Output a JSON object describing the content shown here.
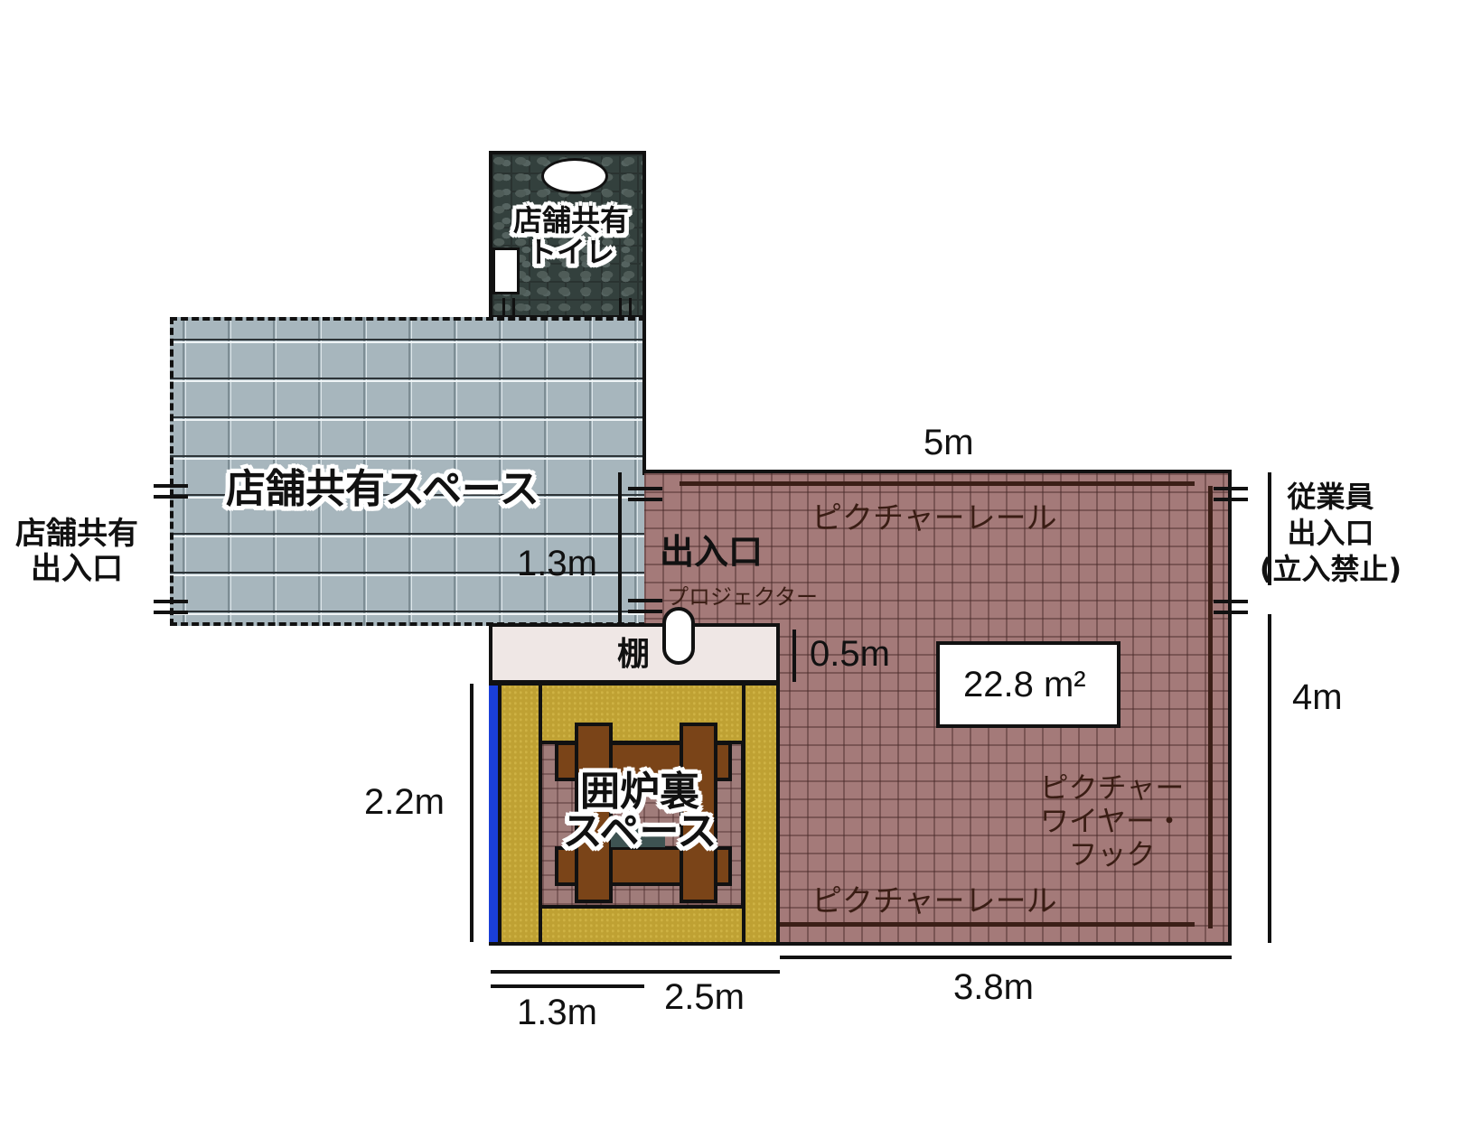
{
  "floorplan": {
    "rooms": {
      "toilet": {
        "label_line1": "店舗共有",
        "label_line2": "トイレ"
      },
      "shared_space": {
        "label": "店舗共有スペース"
      },
      "shelf": {
        "label": "棚"
      },
      "irori": {
        "label_line1": "囲炉裏",
        "label_line2": "スペース"
      },
      "gallery": {
        "area": "22.8 m²"
      }
    },
    "entrances": {
      "shared_entrance": {
        "line1": "店舗共有",
        "line2": "出入口"
      },
      "main_entrance": {
        "label": "出入口"
      },
      "staff_entrance": {
        "line1": "従業員",
        "line2": "出入口",
        "line3": "(立入禁止)"
      }
    },
    "fixtures": {
      "projector": "プロジェクター",
      "picture_rail_top": "ピクチャーレール",
      "picture_rail_bottom": "ピクチャーレール",
      "picture_wire_hook_line1": "ピクチャー",
      "picture_wire_hook_line2": "ワイヤー・",
      "picture_wire_hook_line3": "フック"
    },
    "dimensions": {
      "top_width": "5m",
      "right_height": "4m",
      "entrance_width": "1.3m",
      "shelf_depth": "0.5m",
      "irori_height": "2.2m",
      "bottom_irori_inner": "1.3m",
      "bottom_irori_total": "2.5m",
      "bottom_gallery": "3.8m"
    },
    "colors": {
      "gallery_floor": "#a47a79",
      "shared_floor": "#a7b6bd",
      "toilet_floor": "#33403d",
      "tatami": "#bfa133",
      "wood_frame": "#7a4418",
      "blue_wall": "#1a3fd8",
      "shelf": "#efe7e5"
    }
  }
}
